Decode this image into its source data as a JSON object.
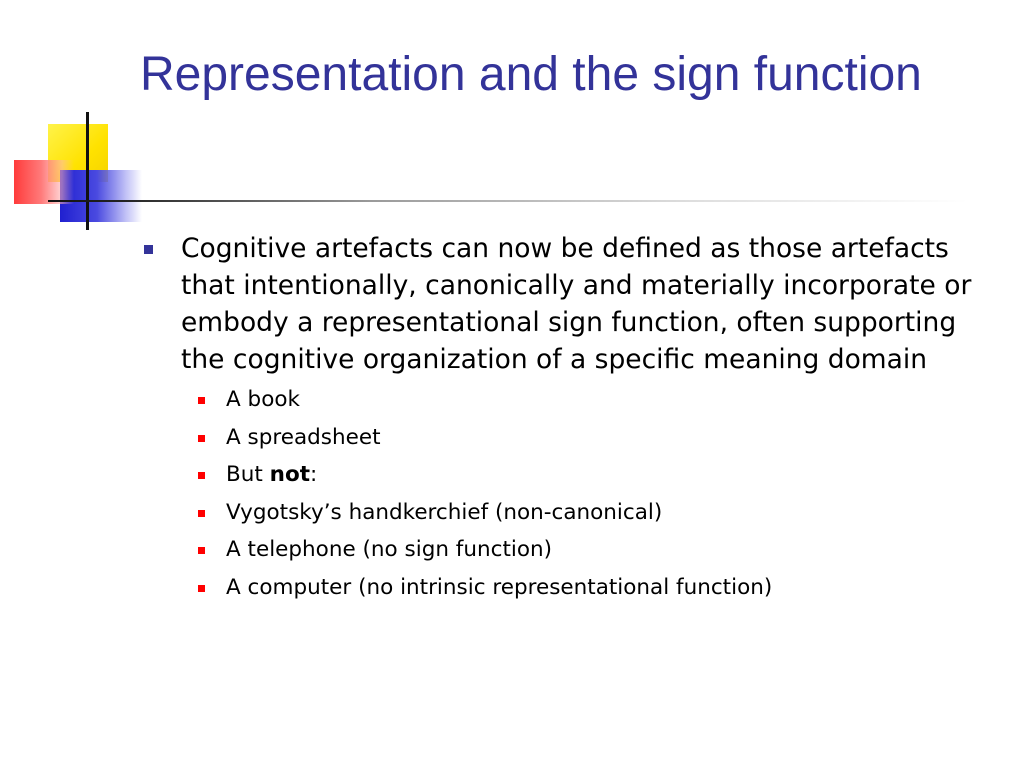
{
  "slide": {
    "title": "Representation and the sign function",
    "main_point": "Cognitive artefacts can now be defined as those artefacts that intentionally, canonically and materially incorporate or embody a representational sign function, often supporting the cognitive organization of a specific meaning domain",
    "subpoints": [
      "A book",
      "A spreadsheet",
      {
        "prefix": "But ",
        "bold": "not",
        "suffix": ":"
      },
      "Vygotsky’s handkerchief (non-canonical)",
      "A telephone (no sign function)",
      "A computer (no intrinsic representational function)"
    ],
    "colors": {
      "title": "#333399",
      "level1_bullet": "#333399",
      "level2_bullet": "#ff0000",
      "logo_yellow": "#ffe200",
      "logo_red": "#ff3b3b",
      "logo_blue": "#2020d0"
    }
  }
}
